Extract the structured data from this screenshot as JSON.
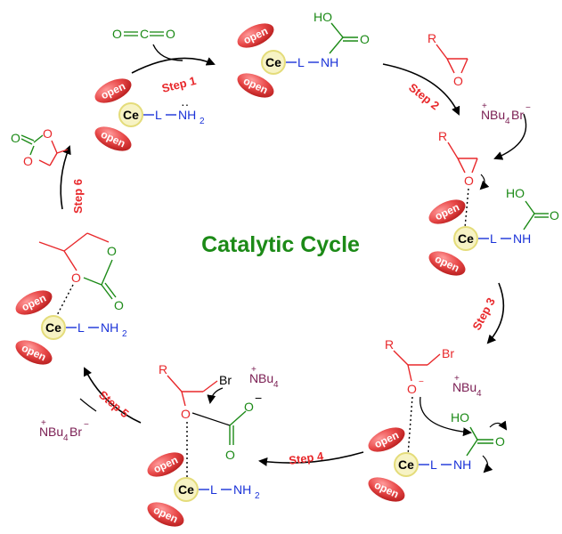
{
  "title": "Catalytic Cycle",
  "colors": {
    "title": "#1c8a17",
    "step": "#e8282b",
    "ligand": "#1a32d8",
    "co2": "#1c8a17",
    "epoxide": "#e8282b",
    "salt": "#7a1d52",
    "lobe": "#e84848",
    "ce_halo": "#efe9a0"
  },
  "steps": {
    "s1": "Step 1",
    "s2": "Step 2",
    "s3": "Step 3",
    "s4": "Step 4",
    "s5": "Step 5",
    "s6": "Step 6"
  },
  "labels": {
    "ce": "Ce",
    "open": "open",
    "L": "L",
    "NH2": "NH",
    "NH": "NH",
    "sub2": "2",
    "HO": "HO",
    "O": "O",
    "C": "C",
    "R": "R",
    "Br": "Br",
    "N": "N",
    "Bu4": "Bu",
    "sub4": "4",
    "plus": "+",
    "minus": "−"
  }
}
